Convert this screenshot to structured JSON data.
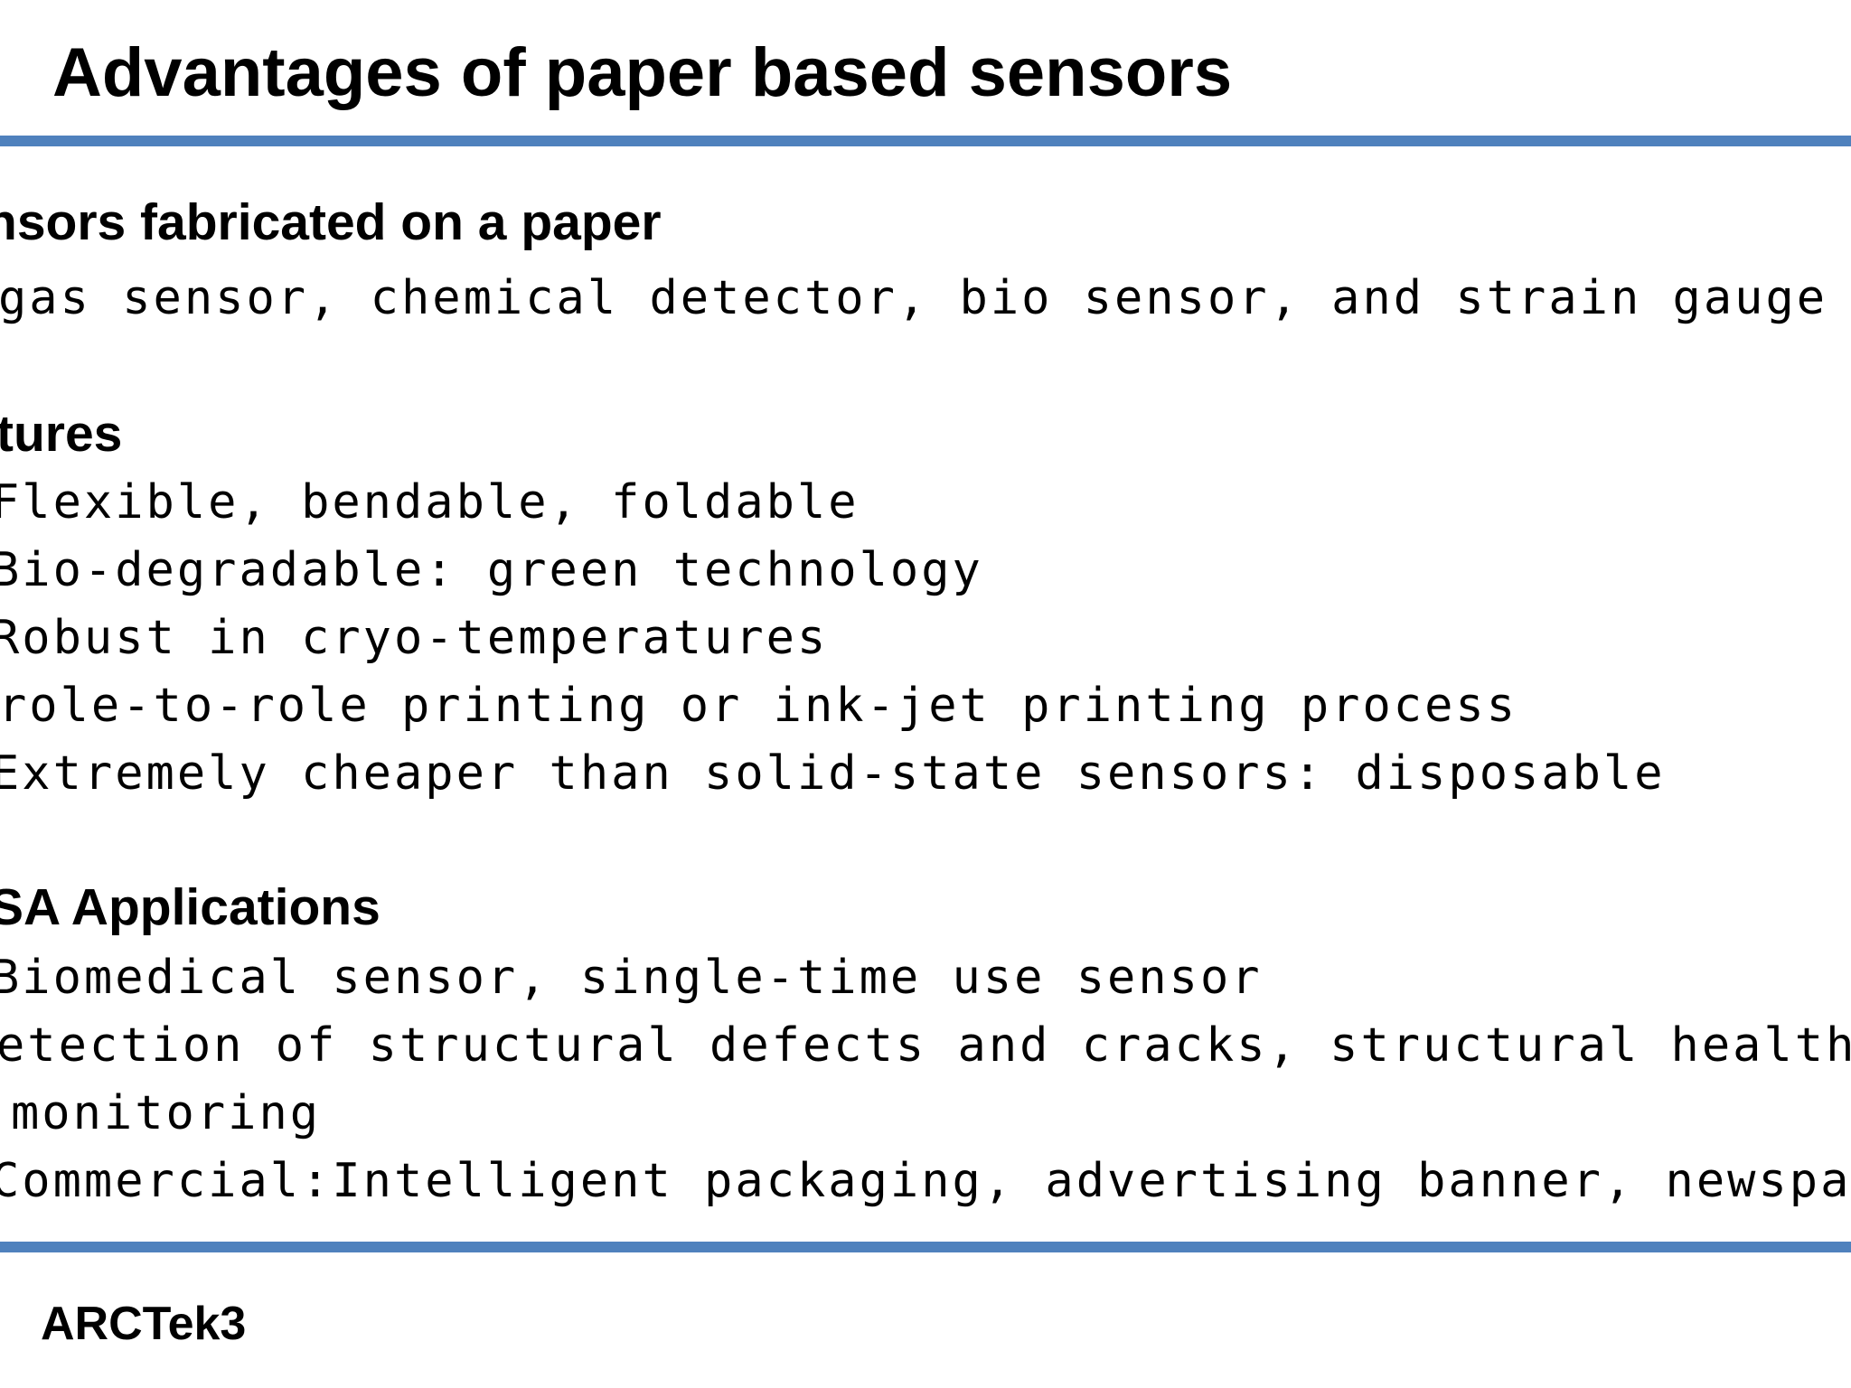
{
  "slide": {
    "title": "Advantages of paper based sensors",
    "sections": [
      {
        "heading": "nsors fabricated on a paper",
        "lines": [
          "gas sensor, chemical detector, bio sensor, and strain gauge"
        ]
      },
      {
        "heading": "tures",
        "lines": [
          "Flexible, bendable, foldable",
          "Bio-degradable: green technology",
          "Robust in cryo-temperatures",
          "role-to-role printing or ink-jet printing process",
          "Extremely cheaper than solid-state sensors: disposable"
        ]
      },
      {
        "heading": "SA Applications",
        "lines": [
          "Biomedical sensor, single-time use sensor",
          "etection of structural defects and cracks, structural health",
          "monitoring",
          "Commercial:Intelligent packaging, advertising banner, newspaper"
        ]
      }
    ],
    "footer": "ARCTek3"
  },
  "colors": {
    "rule": "#4f81bd",
    "text": "#000000",
    "background": "#ffffff"
  }
}
